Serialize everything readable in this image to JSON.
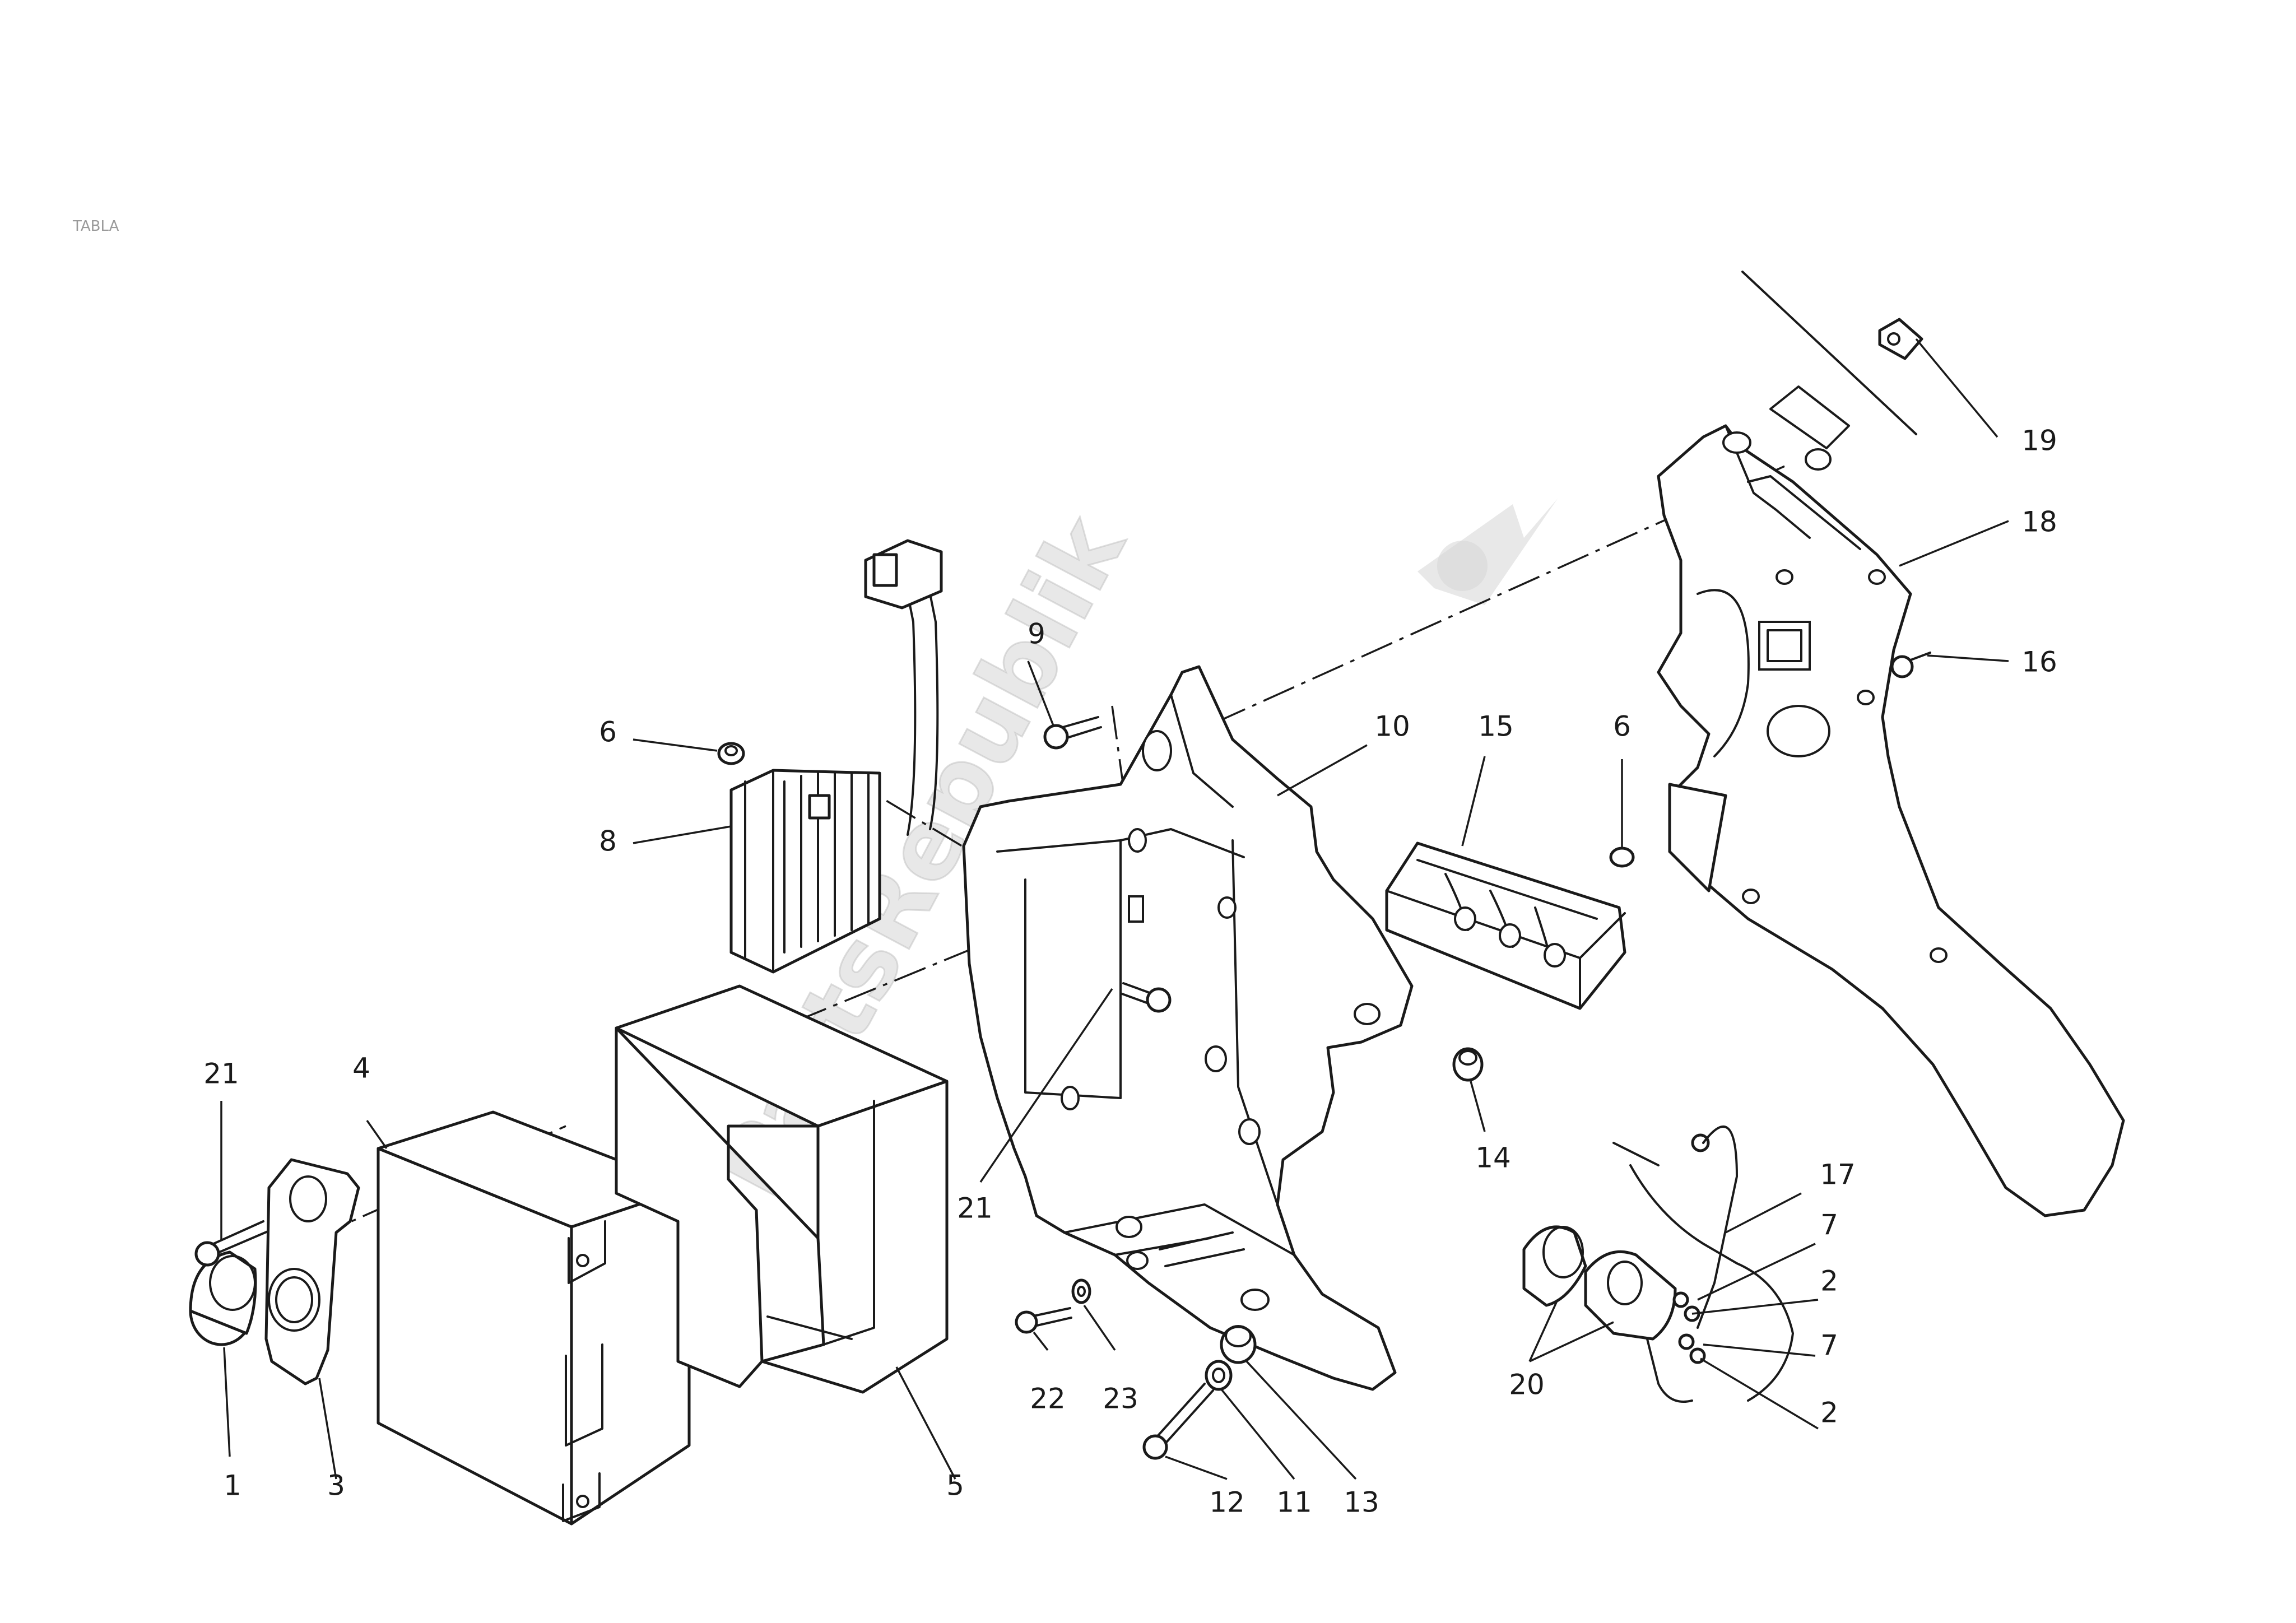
{
  "corner_mark": "TABLA",
  "watermark": "PartsRepublik",
  "callouts": [
    "1",
    "2",
    "2",
    "3",
    "4",
    "5",
    "6",
    "6",
    "7",
    "7",
    "8",
    "9",
    "10",
    "11",
    "12",
    "13",
    "14",
    "15",
    "16",
    "17",
    "18",
    "19",
    "20",
    "21",
    "21",
    "22",
    "23"
  ]
}
